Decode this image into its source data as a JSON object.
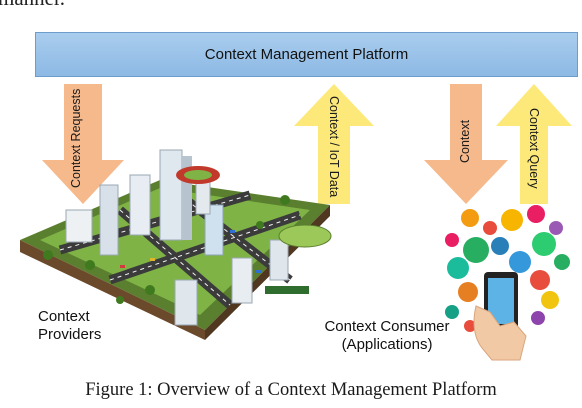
{
  "header_fragment": "manner.",
  "platform": {
    "title": "Context Management Platform"
  },
  "arrows": {
    "context_requests": "Context Requests",
    "context_iot_data": "Context / IoT Data",
    "context": "Context",
    "context_query": "Context Query"
  },
  "labels": {
    "providers_line1": "Context",
    "providers_line2": "Providers",
    "consumer_line1": "Context Consumer",
    "consumer_line2": "(Applications)"
  },
  "caption": "Figure 1: Overview of a Context Management Platform",
  "colors": {
    "platform_fill": "#9dc4ea",
    "arrow_orange": "#f6b98c",
    "arrow_yellow": "#fde97a"
  }
}
